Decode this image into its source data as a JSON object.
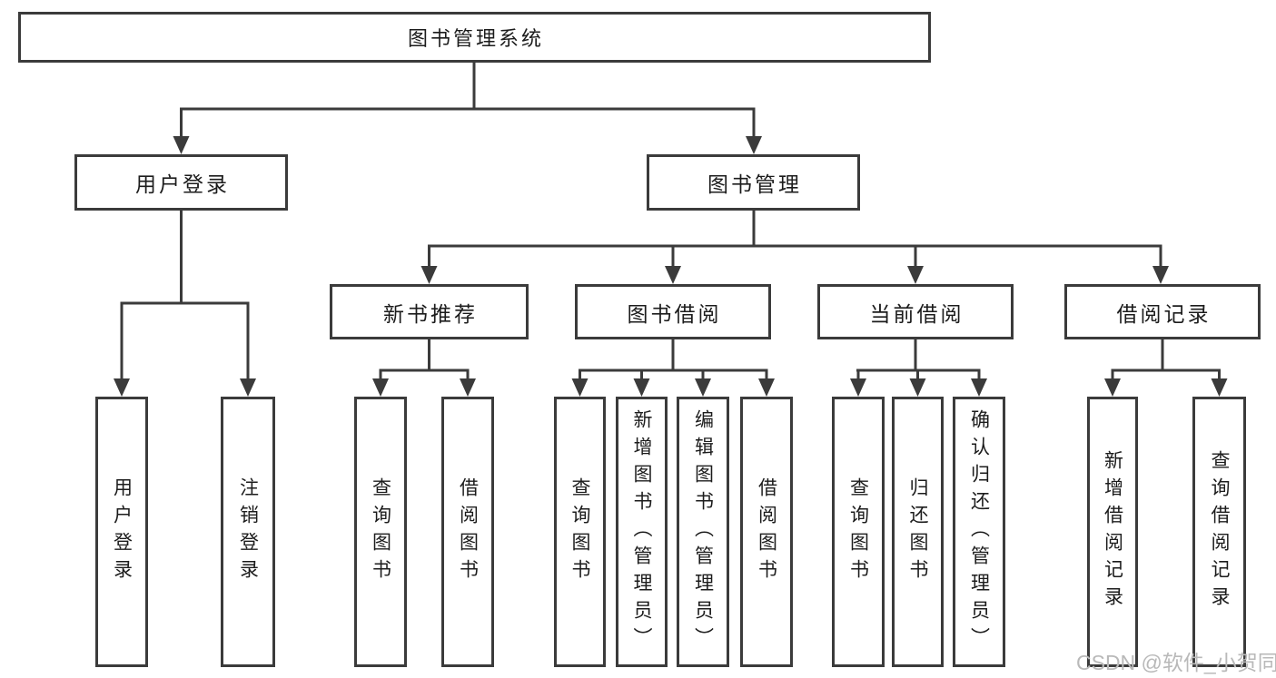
{
  "tree": {
    "root": "图书管理系统",
    "children": [
      {
        "label": "用户登录",
        "children": [
          "用户登录",
          "注销登录"
        ]
      },
      {
        "label": "图书管理",
        "children": [
          {
            "label": "新书推荐",
            "children": [
              "查询图书",
              "借阅图书"
            ]
          },
          {
            "label": "图书借阅",
            "children": [
              "查询图书",
              "新增图书（管理员）",
              "编辑图书（管理员）",
              "借阅图书"
            ]
          },
          {
            "label": "当前借阅",
            "children": [
              "查询图书",
              "归还图书",
              "确认归还（管理员）"
            ]
          },
          {
            "label": "借阅记录",
            "children": [
              "新增借阅记录",
              "查询借阅记录"
            ]
          }
        ]
      }
    ]
  },
  "watermark": {
    "text": "CSDN @软件_小贺同学",
    "color": "#b9b9b9"
  },
  "colors": {
    "line": "#3b3b3b",
    "text": "#1c1c1c",
    "background": "#ffffff"
  }
}
